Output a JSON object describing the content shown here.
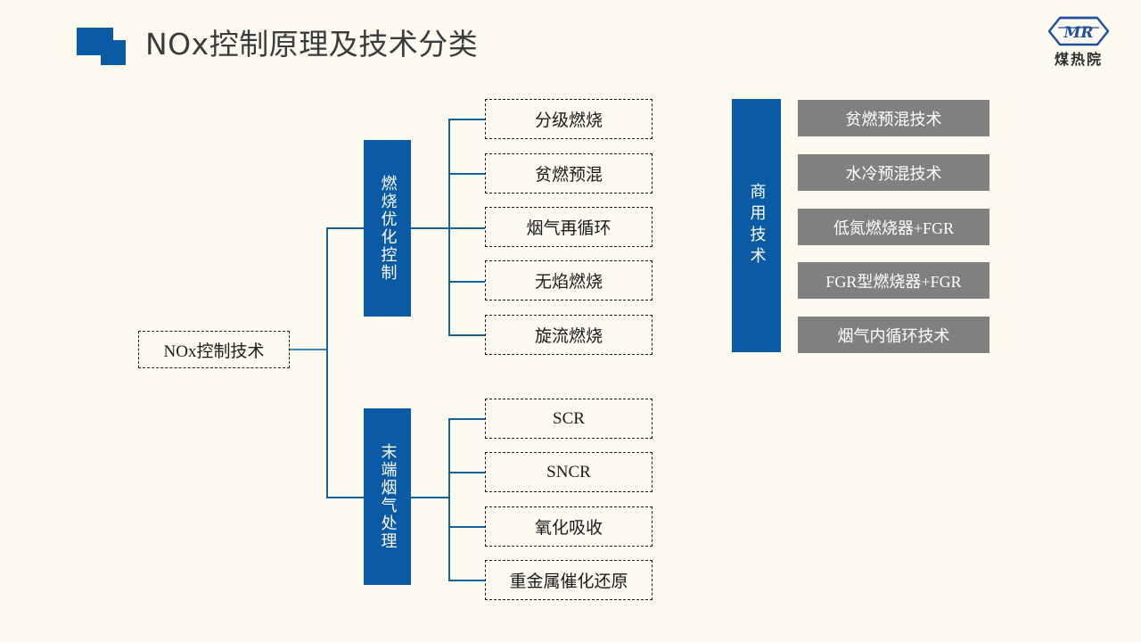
{
  "header": {
    "title": "NOx控制原理及技术分类",
    "mark_color": "#0b5aa5",
    "title_color": "#3b3b3b"
  },
  "logo": {
    "monogram": "MR",
    "name": "煤热院",
    "color": "#1f4e9c"
  },
  "theme": {
    "background": "#fdfaf0",
    "blue": "#0b5aa5",
    "gray": "#808080",
    "line": "#17609f",
    "dash_border": "#1a1a1a"
  },
  "diagram": {
    "root": {
      "label": "NOx控制技术"
    },
    "branches": [
      {
        "id": "combustion-optimization",
        "label": "燃烧优化控制",
        "children": [
          {
            "label": "分级燃烧"
          },
          {
            "label": "贫燃预混"
          },
          {
            "label": "烟气再循环"
          },
          {
            "label": "无焰燃烧"
          },
          {
            "label": "旋流燃烧"
          }
        ]
      },
      {
        "id": "flue-gas-treatment",
        "label": "末端烟气处理",
        "children": [
          {
            "label": "SCR"
          },
          {
            "label": "SNCR"
          },
          {
            "label": "氧化吸收"
          },
          {
            "label": "重金属催化还原"
          }
        ]
      }
    ],
    "commercial": {
      "label": "商用技术",
      "items": [
        {
          "label": "贫燃预混技术"
        },
        {
          "label": "水冷预混技术"
        },
        {
          "label": "低氮燃烧器+FGR"
        },
        {
          "label": "FGR型燃烧器+FGR"
        },
        {
          "label": "烟气内循环技术"
        }
      ]
    }
  }
}
